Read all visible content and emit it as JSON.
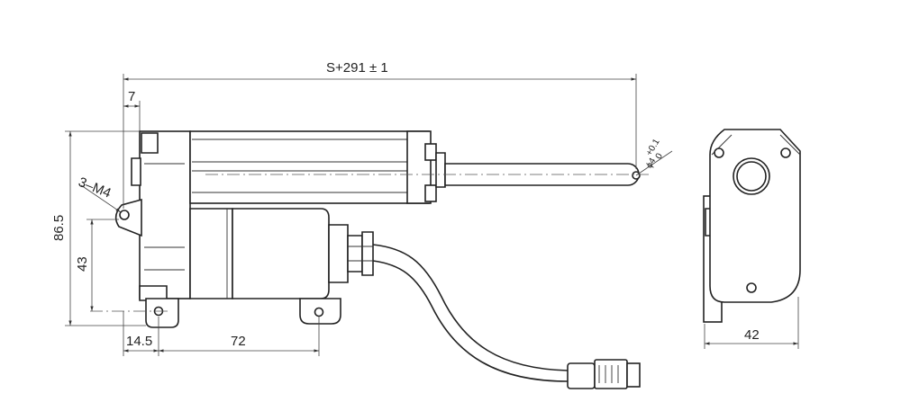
{
  "dimensions": {
    "stroke_length": "S+291 ± 1",
    "flange_offset": "7",
    "mount_holes": "3–M4",
    "overall_height": "86.5",
    "hole_height": "43",
    "base_offset": "14.5",
    "hole_spacing": "72",
    "rod_hole": "ϕ4",
    "rod_hole_tol_upper": "+0.1",
    "rod_hole_tol_lower": "0",
    "side_width": "42"
  }
}
